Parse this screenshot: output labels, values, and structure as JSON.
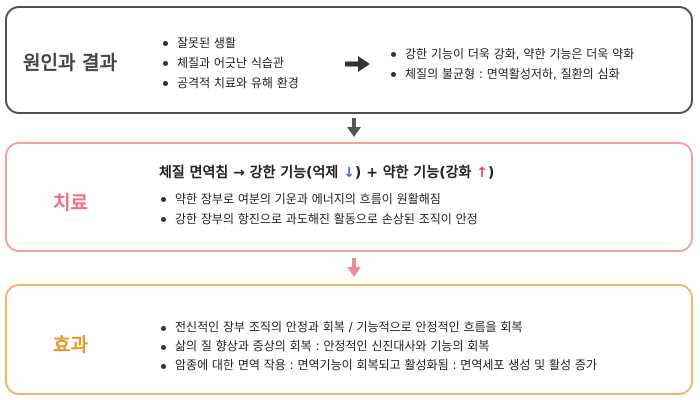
{
  "cause_effect": {
    "label": "원인과 결과",
    "causes": [
      "잘못된 생활",
      "체질과 어긋난 식습관",
      "공격적 치료와 유해 환경"
    ],
    "effects": [
      "강한 기능이 더욱 강화, 약한 기능은 더욱 약화",
      "체질의 불균형 : 면역활성저하, 질환의 심화"
    ]
  },
  "treatment": {
    "label": "치료",
    "title_pre": "체질 면역침 → 강한 기능(억제 ",
    "title_down": "↓",
    "title_mid": ") + 약한 기능(강화 ",
    "title_up": "↑",
    "title_post": ")",
    "items": [
      "약한 장부로 여분의 기운과 에너지의 흐름이 원활해짐",
      "강한 장부의 항진으로 과도해진 활동으로 손상된 조직이 안정"
    ]
  },
  "effect": {
    "label": "효과",
    "items": [
      "전신적인 장부 조직의 안정과 회복 / 기능적으로 안정적인 흐름을 회복",
      "삶의 질 향상과 증상의 회복 : 안정적인 신진대사와 기능의 회복",
      "암종에 대한 면역 작용 : 면역기능이 회복되고 활성화됨 : 면역세포 생성 및 활성 증가"
    ]
  },
  "colors": {
    "panel1_border": "#505050",
    "panel2_border": "#f2a0a8",
    "panel3_border": "#efb866",
    "treatment_label": "#ef6f80",
    "effect_label": "#e59a2a",
    "connector1": "#555555",
    "connector2": "#f08a9a"
  }
}
